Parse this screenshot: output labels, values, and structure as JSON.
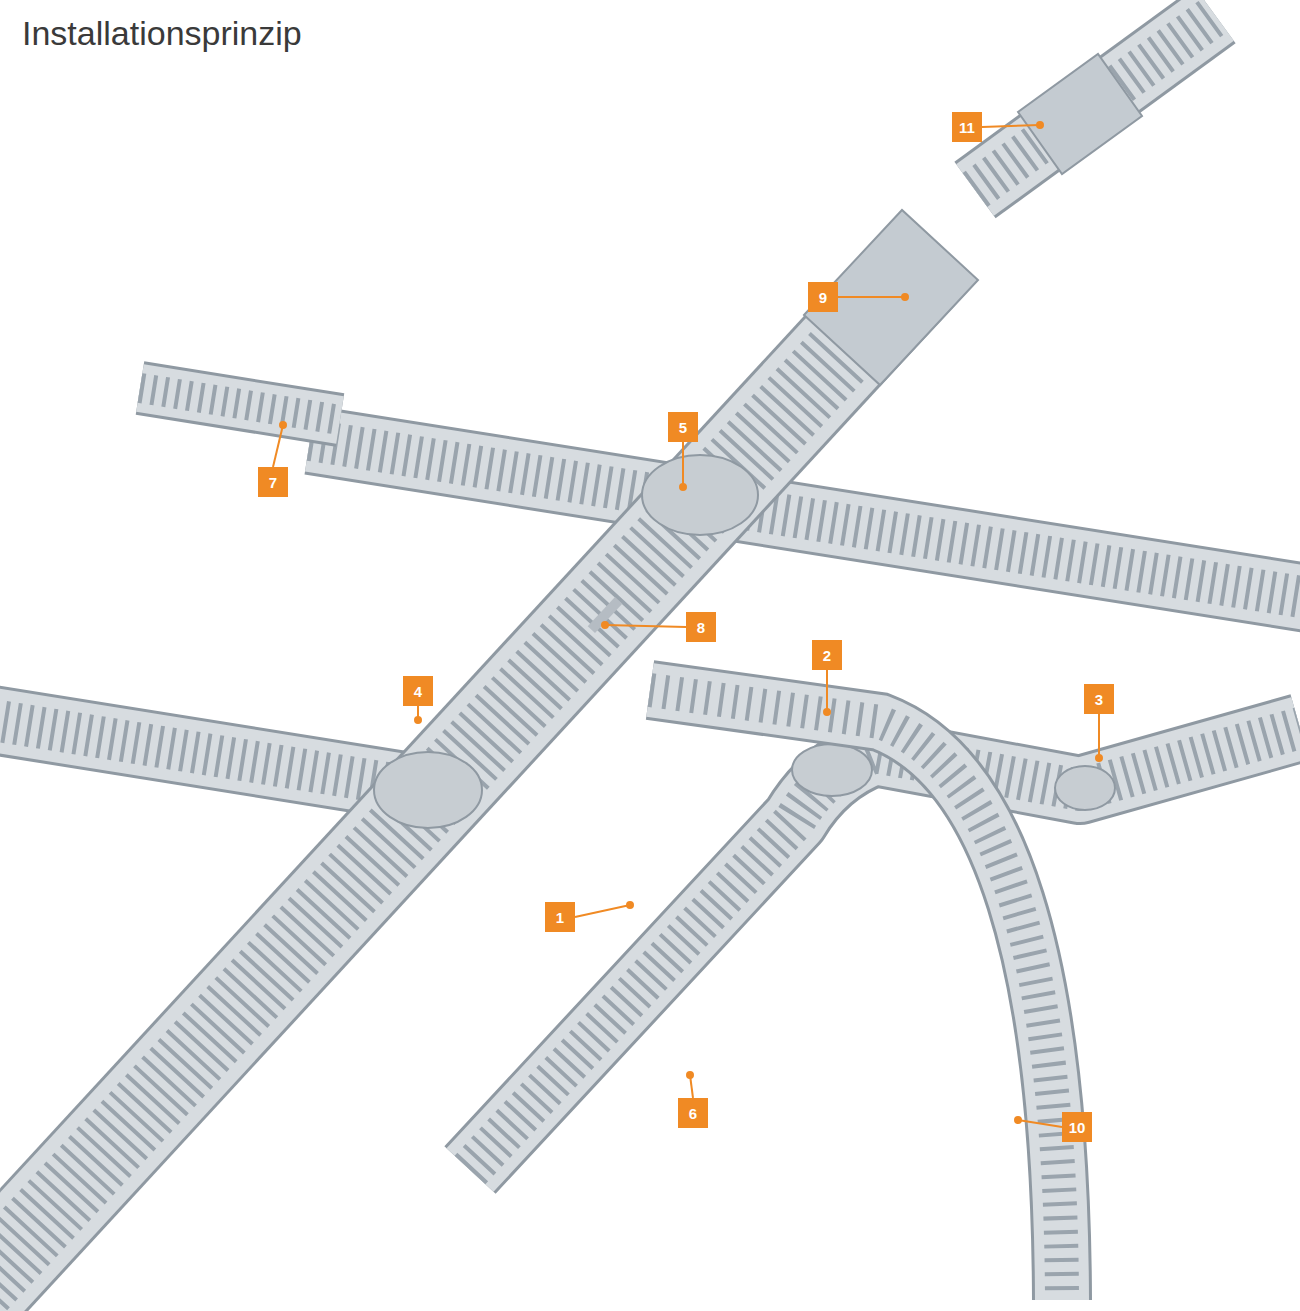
{
  "diagram": {
    "title": "Installationsprinzip",
    "labels": [
      "11",
      "9",
      "7",
      "5",
      "8",
      "4",
      "2",
      "3",
      "1",
      "6",
      "10"
    ]
  }
}
